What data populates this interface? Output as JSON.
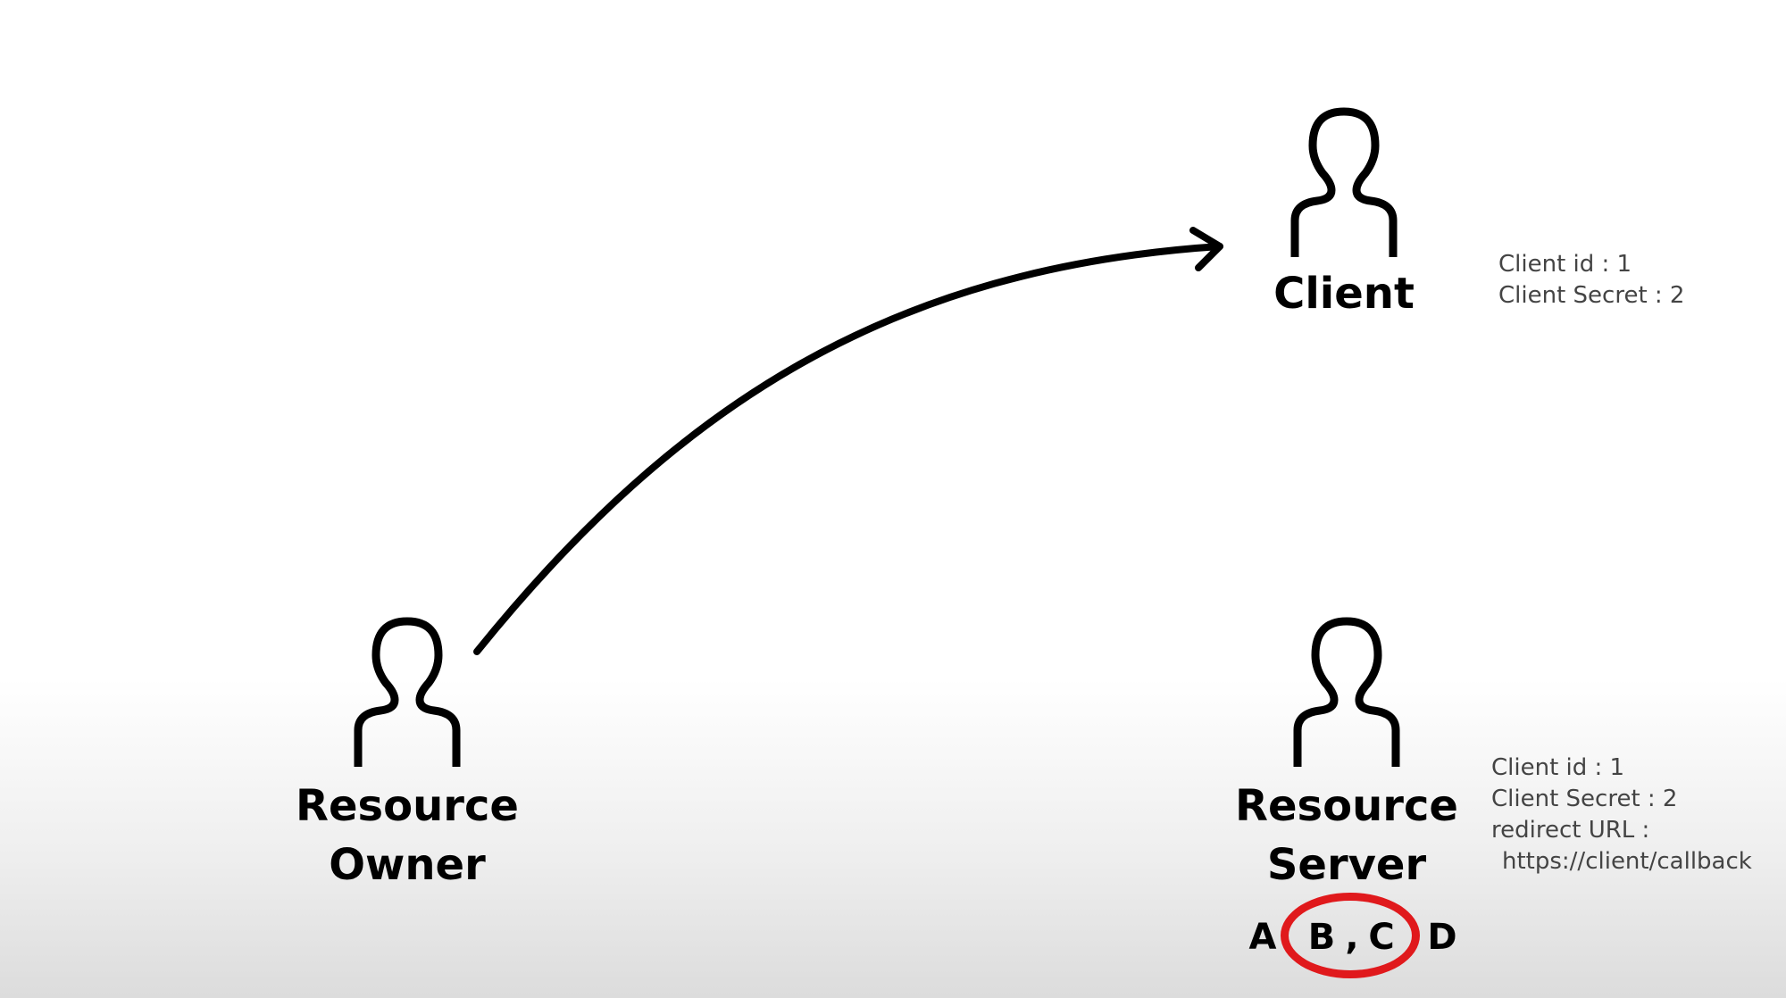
{
  "actors": {
    "client": {
      "label": "Client"
    },
    "resource_owner": {
      "label_line1": "Resource",
      "label_line2": "Owner"
    },
    "resource_server": {
      "label_line1": "Resource",
      "label_line2": "Server"
    }
  },
  "client_info": {
    "client_id": "Client id : 1",
    "client_secret": "Client Secret : 2"
  },
  "server_info": {
    "client_id": "Client id : 1",
    "client_secret": "Client Secret : 2",
    "redirect_label": "redirect URL :",
    "redirect_value": "https://client/callback"
  },
  "options": {
    "a": "A",
    "b": "B",
    "comma": ",",
    "c": "C",
    "d": "D"
  },
  "colors": {
    "ink": "#000000",
    "muted_text": "#444444",
    "highlight": "#e0191c"
  }
}
